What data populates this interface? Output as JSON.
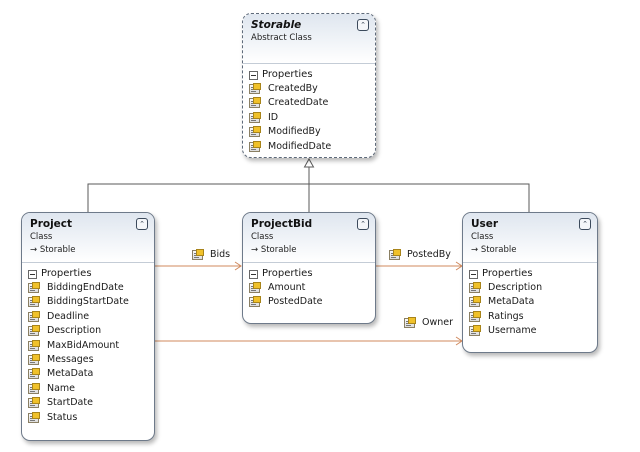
{
  "classes": {
    "storable": {
      "name": "Storable",
      "stereotype": "Abstract Class",
      "section_label": "Properties",
      "properties": [
        "CreatedBy",
        "CreatedDate",
        "ID",
        "ModifiedBy",
        "ModifiedDate"
      ],
      "collapse_glyph": "⌃"
    },
    "project": {
      "name": "Project",
      "stereotype": "Class",
      "inherits": "→ Storable",
      "section_label": "Properties",
      "properties": [
        "BiddingEndDate",
        "BiddingStartDate",
        "Deadline",
        "Description",
        "MaxBidAmount",
        "Messages",
        "MetaData",
        "Name",
        "StartDate",
        "Status"
      ],
      "collapse_glyph": "⌃"
    },
    "projectbid": {
      "name": "ProjectBid",
      "stereotype": "Class",
      "inherits": "→ Storable",
      "section_label": "Properties",
      "properties": [
        "Amount",
        "PostedDate"
      ],
      "collapse_glyph": "⌃"
    },
    "user": {
      "name": "User",
      "stereotype": "Class",
      "inherits": "→ Storable",
      "section_label": "Properties",
      "properties": [
        "Description",
        "MetaData",
        "Ratings",
        "Username"
      ],
      "collapse_glyph": "⌃"
    }
  },
  "associations": {
    "bids": "Bids",
    "posted_by": "PostedBy",
    "owner": "Owner"
  },
  "colors": {
    "inheritance_line": "#5a5a5a",
    "association_line": "#d08a5e"
  }
}
